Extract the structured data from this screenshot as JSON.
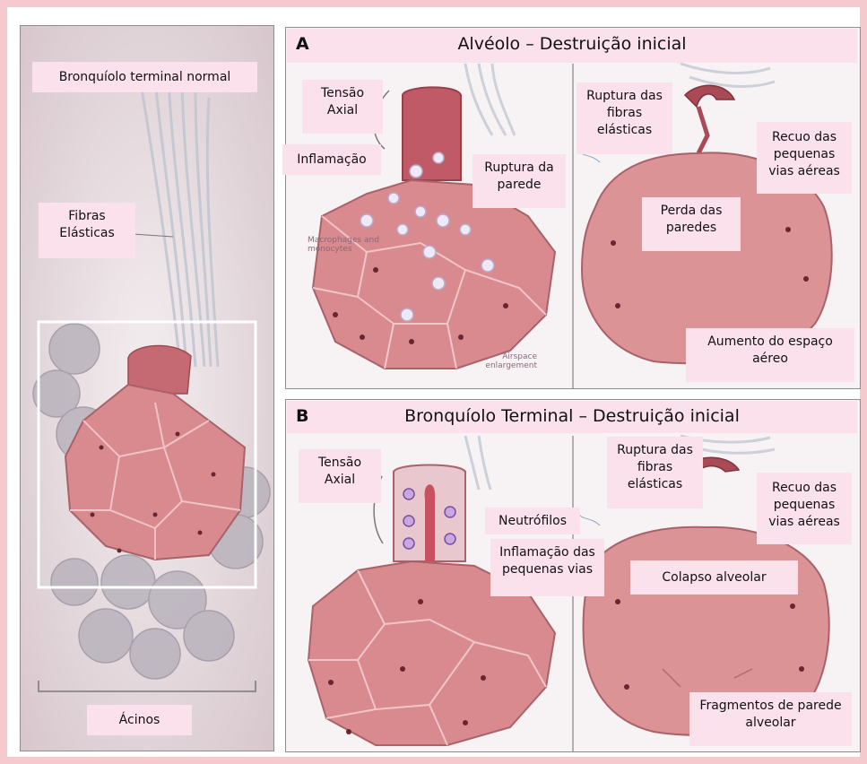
{
  "left_panel": {
    "title_label": "Bronquíolo terminal normal",
    "fibers_label": "Fibras Elásticas",
    "acini_label": "Ácinos"
  },
  "panel_a": {
    "letter": "A",
    "title": "Alvéolo – Destruição inicial",
    "labels": {
      "axial_tension": "Tensão Axial",
      "inflammation": "Inflamação",
      "wall_rupture": "Ruptura da parede",
      "elastic_rupture": "Ruptura das fibras elásticas",
      "airway_recoil": "Recuo das pequenas vias aéreas",
      "wall_loss": "Perda das paredes",
      "airspace_increase": "Aumento do espaço aéreo"
    },
    "image_text": {
      "macrophages": "Macrophages and monocytes",
      "airspace": "Airspace enlargement"
    }
  },
  "panel_b": {
    "letter": "B",
    "title": "Bronquíolo Terminal – Destruição inicial",
    "labels": {
      "axial_tension": "Tensão Axial",
      "neutrophils": "Neutrófilos",
      "small_airway_inflammation": "Inflamação das pequenas vias",
      "elastic_rupture": "Ruptura das fibras elásticas",
      "airway_recoil": "Recuo das pequenas vias aéreas",
      "alveolar_collapse": "Colapso alveolar",
      "wall_fragments": "Fragmentos de parede alveolar"
    }
  },
  "colors": {
    "border": "#f6c9cf",
    "label_bg": "#fbe1ec",
    "tissue": "#d98a8e",
    "tissue_dark": "#b5545c",
    "fiber": "#c9cdd6"
  }
}
